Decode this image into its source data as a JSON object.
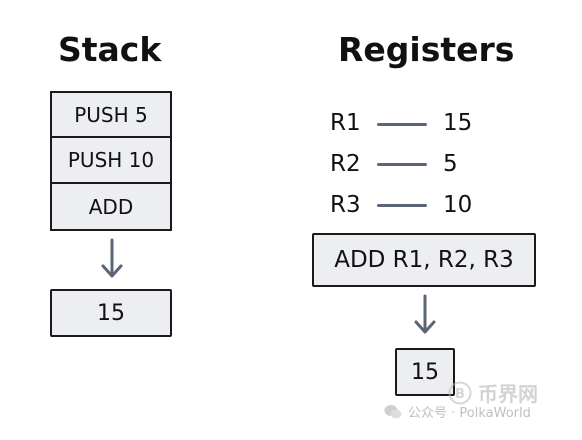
{
  "stack": {
    "title": "Stack",
    "instructions": [
      "PUSH 5",
      "PUSH 10",
      "ADD"
    ],
    "result": "15"
  },
  "registers": {
    "title": "Registers",
    "rows": [
      {
        "name": "R1",
        "value": "15"
      },
      {
        "name": "R2",
        "value": "5"
      },
      {
        "name": "R3",
        "value": "10"
      }
    ],
    "instruction": "ADD R1, R2, R3",
    "result": "15"
  },
  "watermark": {
    "account_text": "公众号 · PolkaWorld",
    "logo_text": "币界网"
  },
  "colors": {
    "box_fill": "#eceef1",
    "box_border": "#1a1a1a",
    "arrow": "#5a6675",
    "text": "#111111"
  },
  "icons": {
    "down_arrow": "arrow-down-icon",
    "wechat": "wechat-icon",
    "logo": "bitcoin-logo-icon"
  }
}
